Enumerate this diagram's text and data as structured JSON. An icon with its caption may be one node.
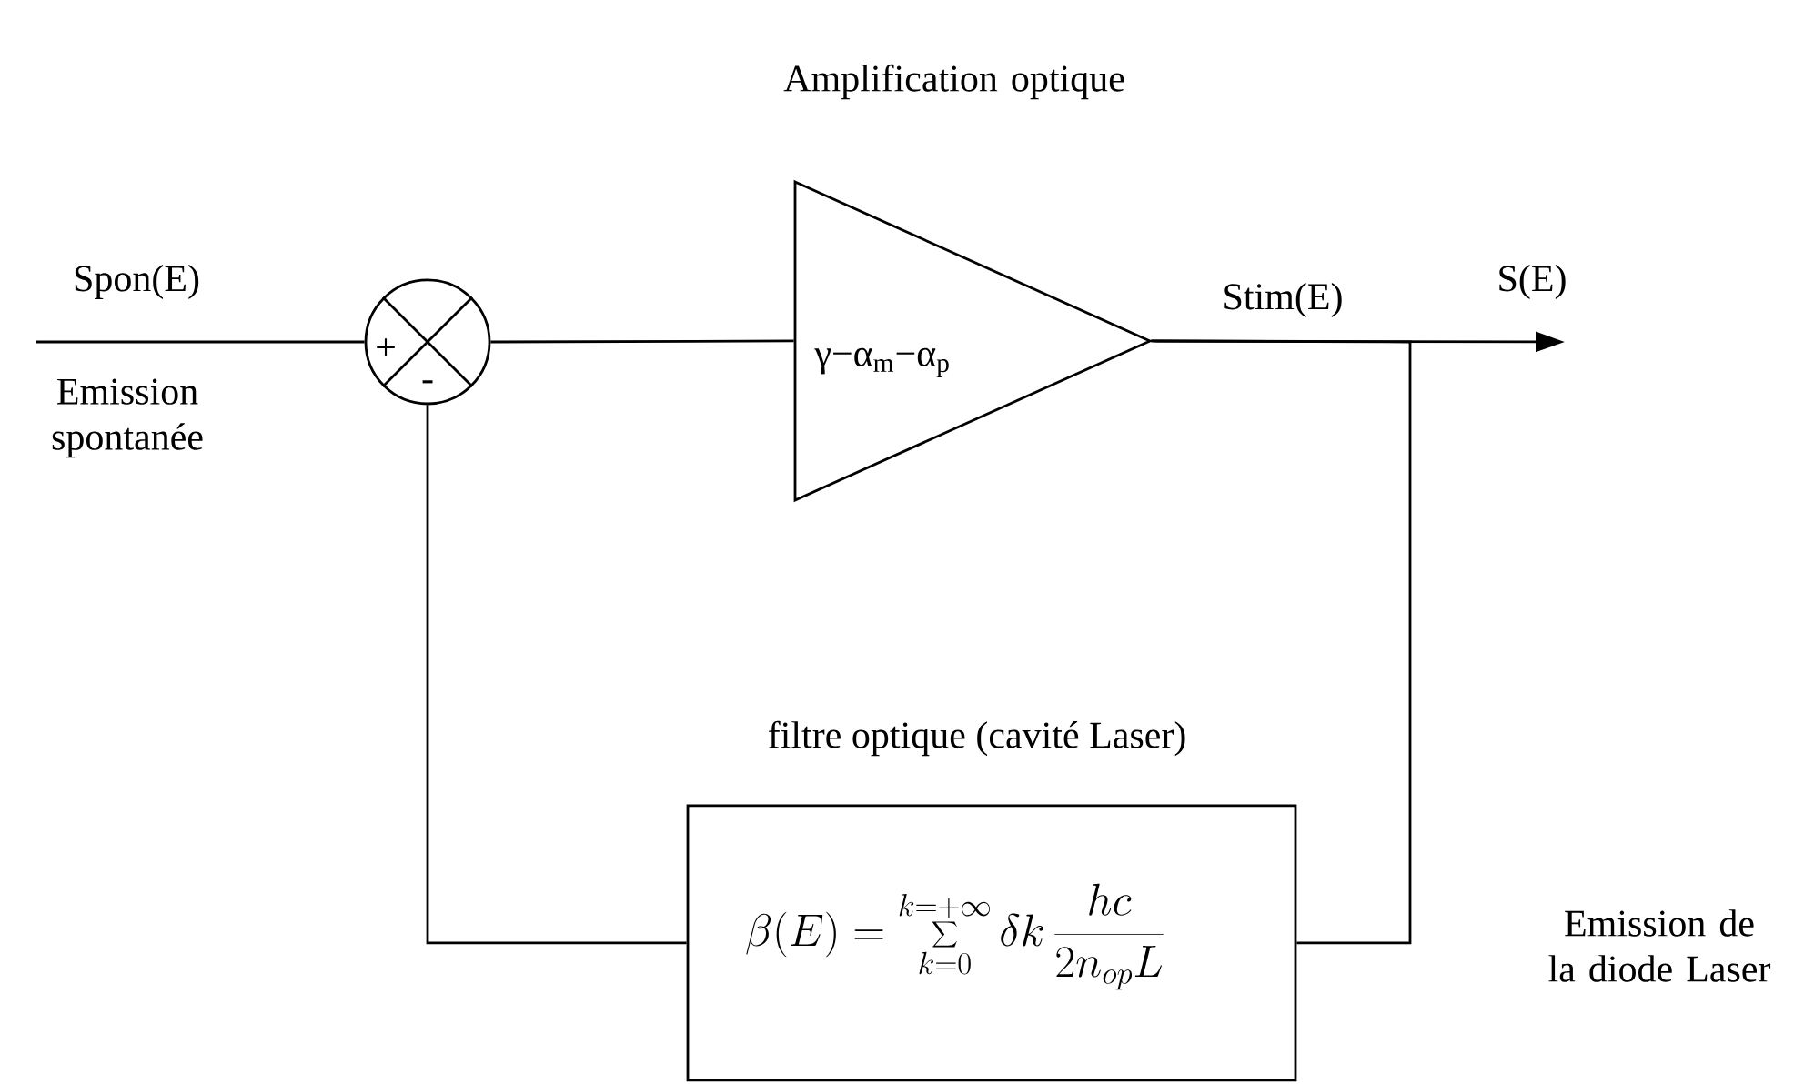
{
  "diagram": {
    "nodes": [
      {
        "text": [
          "+",
          "-"
        ]
      },
      {
        "text": [
          "Amplification optique",
          "γ−α$_{m}$−α$_{p}$"
        ]
      },
      {
        "text": [
          "filtre optique (cavité Laser)",
          "\\beta(E)=\\sum_{k=0}^{k=+\\infty}\\delta k\\,\\frac{hc}{2n_{op}L}"
        ]
      }
    ],
    "edges": [
      {
        "from": null,
        "to": 0,
        "arrow": "none"
      },
      {
        "from": 0,
        "to": 1,
        "arrow": "none"
      },
      {
        "from": 1,
        "to": null,
        "arrow": "to"
      },
      {
        "from": 1,
        "to": 2,
        "arrow": "none"
      },
      {
        "from": 2,
        "to": 0,
        "arrow": "none"
      }
    ],
    "labels": [
      "Spon(E)",
      "Emission spontanée",
      "Stim(E)",
      "S(E)",
      "Emission de la diode Laser"
    ]
  }
}
